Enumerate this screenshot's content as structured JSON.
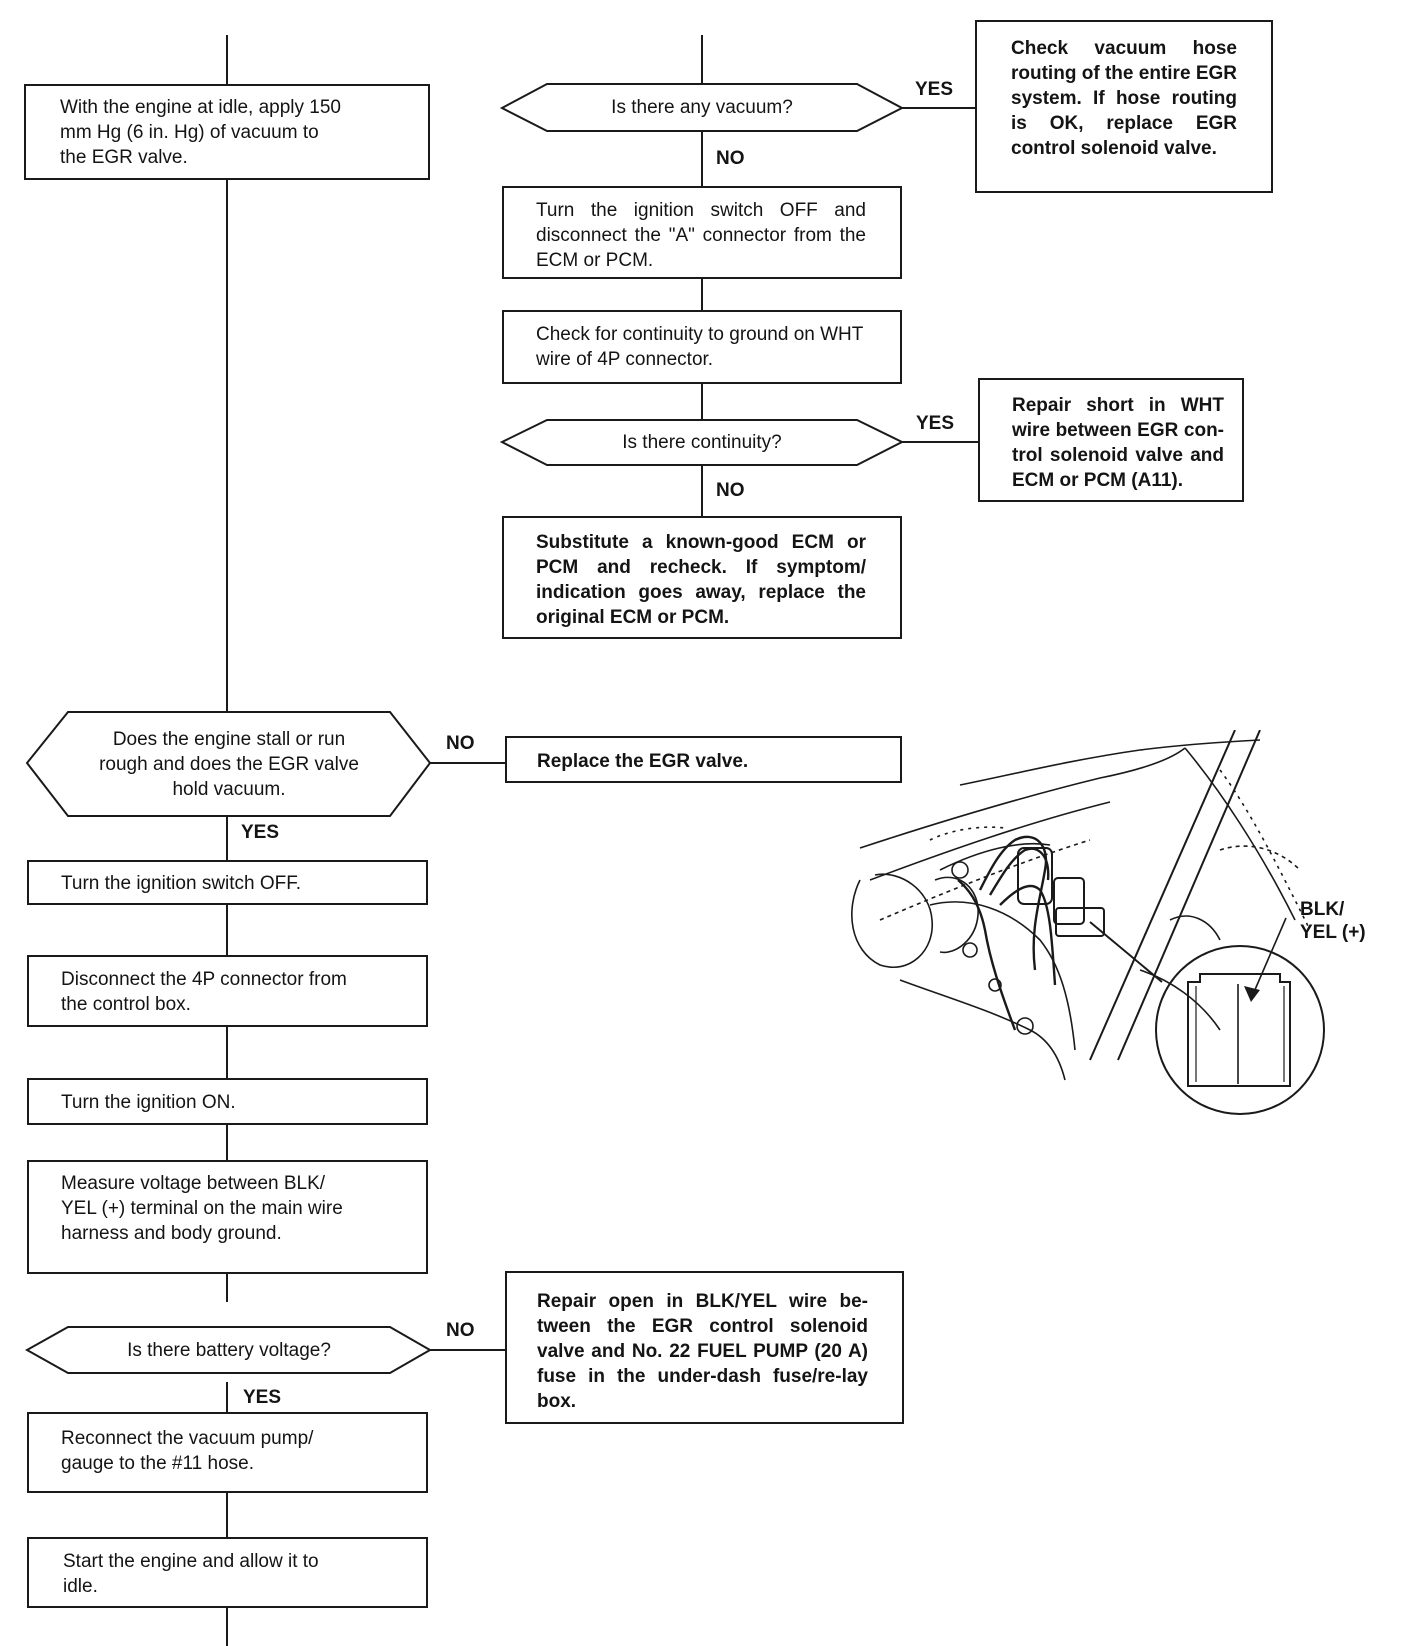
{
  "left_column": {
    "apply_vacuum": "With the engine at idle, apply 150\nmm Hg (6 in. Hg) of vacuum to\nthe EGR valve.",
    "stall_question": "Does the engine stall or run\nrough and does the EGR valve\nhold vacuum.",
    "stall_no_label": "NO",
    "stall_yes_label": "YES",
    "ignition_off": "Turn the ignition switch OFF.",
    "disconnect_4p": "Disconnect the 4P connector from\nthe control box.",
    "ignition_on": "Turn the ignition ON.",
    "measure_voltage": "Measure voltage between BLK/\nYEL (+) terminal on the main wire\nharness and body ground.",
    "battery_question": "Is there battery voltage?",
    "battery_no_label": "NO",
    "battery_yes_label": "YES",
    "reconnect_pump": "Reconnect the vacuum pump/\ngauge to the #11 hose.",
    "start_engine": "Start the engine and allow it to\nidle."
  },
  "right_column": {
    "vacuum_question": "Is there any vacuum?",
    "vacuum_yes_label": "YES",
    "vacuum_no_label": "NO",
    "check_hose": "Check vacuum hose routing of the entire EGR system. If hose routing is OK, replace EGR control solenoid valve.",
    "disconnect_a": "Turn the ignition switch OFF and disconnect the \"A\" connector from the ECM or PCM.",
    "check_continuity": "Check for continuity to ground on WHT wire of 4P connector.",
    "continuity_question": "Is there continuity?",
    "continuity_yes_label": "YES",
    "continuity_no_label": "NO",
    "repair_short": "Repair short in WHT wire between EGR con-trol solenoid valve and ECM or PCM (A11).",
    "substitute_ecm": "Substitute a known-good ECM or PCM and recheck. If symptom/ indication goes away, replace the original ECM or PCM.",
    "replace_egr": "Replace the EGR valve.",
    "repair_open": "Repair open in BLK/YEL wire be-tween the EGR control solenoid valve and No. 22 FUEL PUMP (20 A) fuse in the under-dash fuse/re-lay box."
  },
  "illustration": {
    "connector_label": "BLK/\nYEL (+)"
  },
  "colors": {
    "line": "#1a1a1a",
    "text": "#141414",
    "background": "#ffffff"
  }
}
